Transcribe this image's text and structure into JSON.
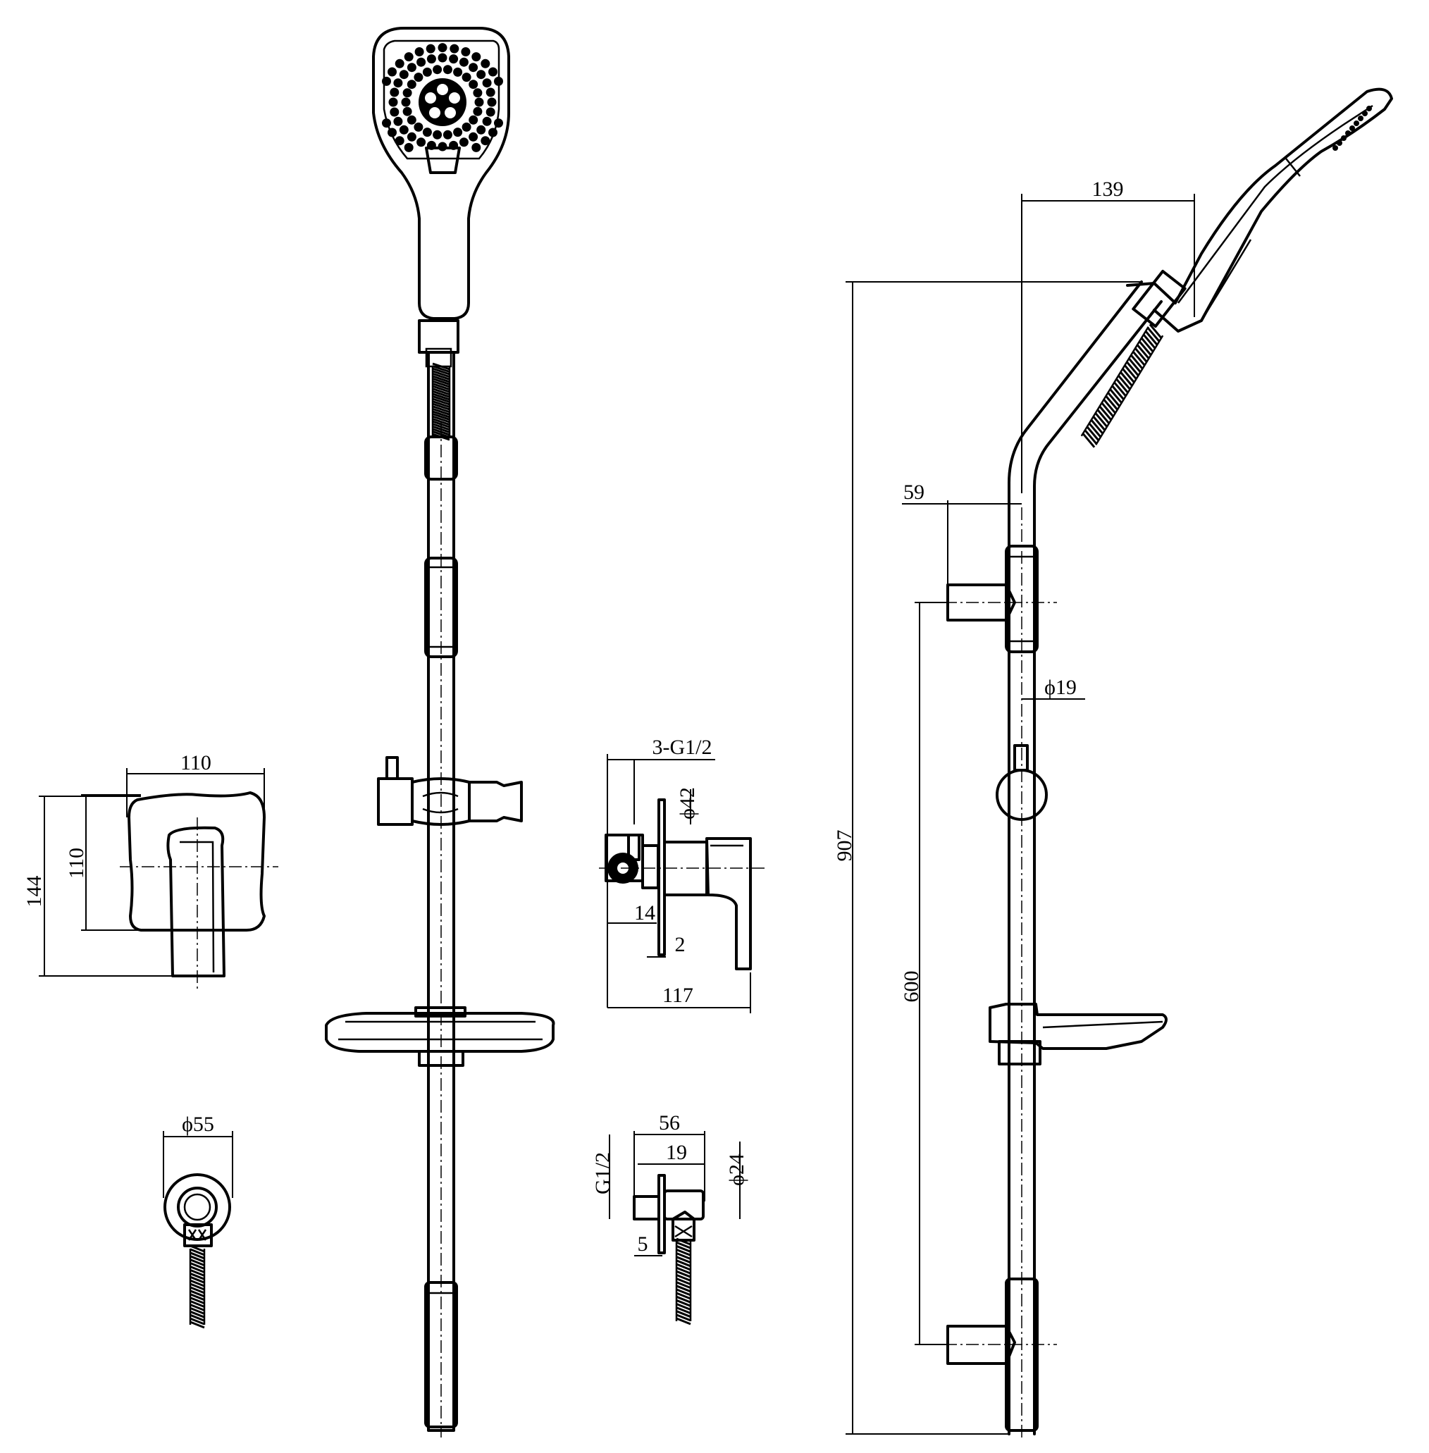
{
  "dimensions": {
    "valve_width": "110",
    "valve_height_outer": "144",
    "valve_height_inner": "110",
    "flange_diameter": "ϕ55",
    "valve_inlet": "3-G1/2",
    "valve_flange_diameter": "ϕ42",
    "valve_offset": "14",
    "valve_plate": "2",
    "valve_depth": "117",
    "outlet_thread": "G1/2",
    "outlet_depth": "56",
    "outlet_inner": "19",
    "outlet_diameter": "ϕ24",
    "outlet_plate": "5",
    "head_reach": "139",
    "bracket_projection": "59",
    "rail_diameter": "ϕ19",
    "total_height": "907",
    "bracket_spacing": "600"
  }
}
